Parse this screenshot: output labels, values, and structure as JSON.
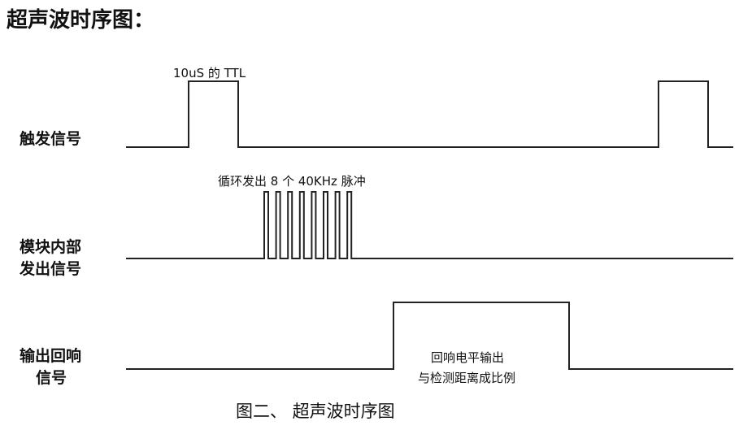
{
  "title": "超声波时序图：",
  "caption": "图二、 超声波时序图",
  "signals": [
    {
      "label_lines": [
        "触发信号"
      ]
    },
    {
      "label_lines": [
        "模块内部",
        "发出信号"
      ]
    },
    {
      "label_lines": [
        "输出回响",
        "信号"
      ]
    }
  ],
  "annotations": {
    "trigger_pulse": "10uS 的 TTL",
    "burst": "循环发出 8 个 40KHz 脉冲",
    "echo_line1": "回响电平输出",
    "echo_line2": "与检测距离成比例"
  }
}
